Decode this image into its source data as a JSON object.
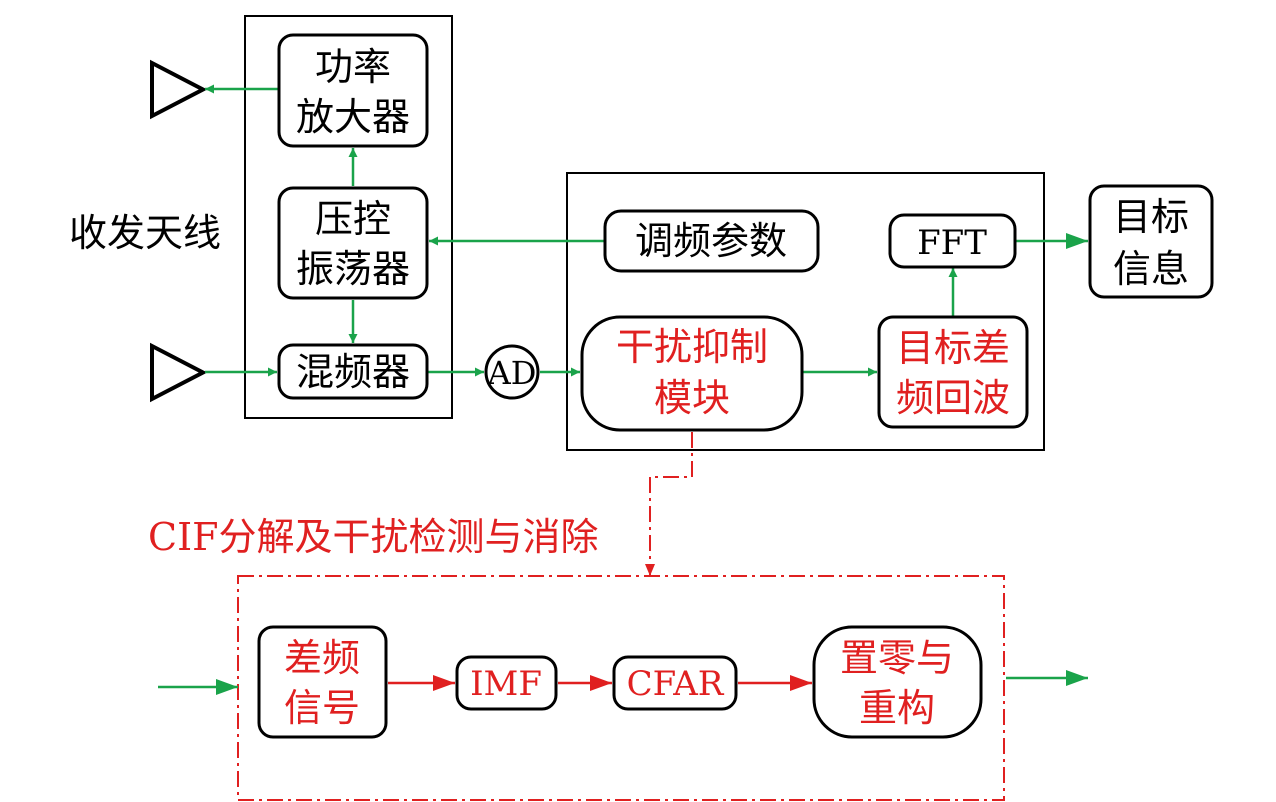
{
  "colors": {
    "flow_green": "#1aa34a",
    "interference_red": "#e02020",
    "outline": "#000000"
  },
  "labels": {
    "antenna": "收发天线",
    "cif_title": "CIF分解及干扰检测与消除"
  },
  "blocks": {
    "power_amp": [
      "功率",
      "放大器"
    ],
    "vco": [
      "压控",
      "振荡器"
    ],
    "mixer": "混频器",
    "ad": "AD",
    "fm_params": "调频参数",
    "fft": "FFT",
    "target_info": [
      "目标",
      "信息"
    ],
    "interference_module": [
      "干扰抑制",
      "模块"
    ],
    "target_beat_echo": [
      "目标差",
      "频回波"
    ],
    "beat_signal": [
      "差频",
      "信号"
    ],
    "imf": "IMF",
    "cfar": "CFAR",
    "zero_reconstruct": [
      "置零与",
      "重构"
    ]
  },
  "icons": [
    "antenna-tx-icon",
    "antenna-rx-icon"
  ]
}
